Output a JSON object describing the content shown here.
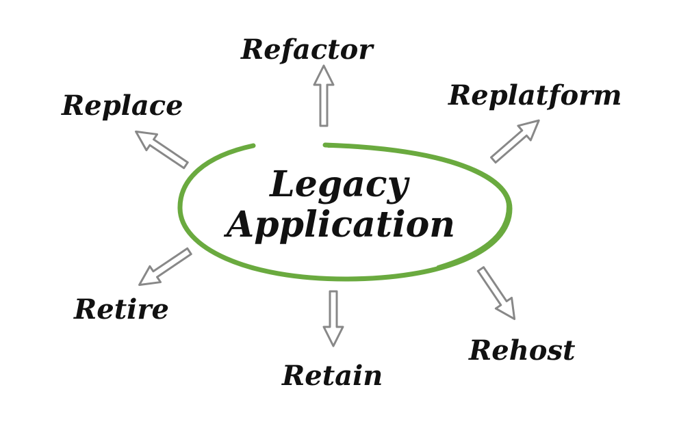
{
  "center": {
    "line1": "Legacy",
    "line2": "Application"
  },
  "options": {
    "refactor": "Refactor",
    "replace": "Replace",
    "replatform": "Replatform",
    "retire": "Retire",
    "retain": "Retain",
    "rehost": "Rehost"
  },
  "colors": {
    "ellipse": "#6aaa3f",
    "arrow_outline": "#888888",
    "text": "#111111"
  }
}
